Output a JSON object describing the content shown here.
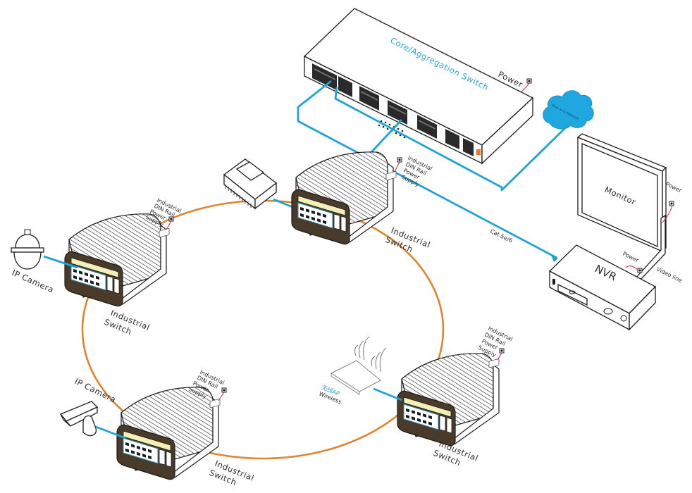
{
  "diagram": {
    "title": "Industrial Ring Network Topology",
    "colors": {
      "ethernet_cable": "#1fa2d6",
      "fiber_ring": "#e0842e",
      "power_cable": "#d8314a",
      "wan_cloud": "#1fa8e0",
      "label_text": "#2b2b2b",
      "accent_text": "#29a8d8"
    },
    "core_switch": {
      "label": "Core/Aggregation Switch",
      "power_label": "Power"
    },
    "wan": {
      "label": "Wide Area Network"
    },
    "monitor": {
      "label": "Monitor",
      "power_label": "Power"
    },
    "nvr": {
      "label": "NVR",
      "power_label": "Power",
      "video_label": "Video line"
    },
    "cable_label": "Cat.5e/6",
    "industrial_switches": [
      {
        "id": "top",
        "label_line1": "Industrial",
        "label_line2": "Switch",
        "psu": {
          "line1": "Industrial",
          "line2": "DIN Rail",
          "line3": "Power",
          "line4": "Supply"
        }
      },
      {
        "id": "left",
        "label_line1": "Industrial",
        "label_line2": "Switch",
        "psu": {
          "line1": "Industrial",
          "line2": "DIN Rail",
          "line3": "Power",
          "line4": "Supply"
        }
      },
      {
        "id": "bottom-left",
        "label_line1": "Industrial",
        "label_line2": "Switch",
        "psu": {
          "line1": "Industrial",
          "line2": "DIN Rail",
          "line3": "Power",
          "line4": "Supply"
        }
      },
      {
        "id": "bottom-right",
        "label_line1": "Industrial",
        "label_line2": "Switch",
        "psu": {
          "line1": "Industrial",
          "line2": "DIN Rail",
          "line3": "Power",
          "line4": "Supply"
        }
      }
    ],
    "devices": {
      "dome_camera": {
        "label": "IP Camera"
      },
      "box_camera": {
        "label": "IP Camera"
      },
      "wireless_ap": {
        "label_cn": "无线AP",
        "label_en": "Wireless"
      },
      "plc": {
        "label": ""
      }
    }
  }
}
